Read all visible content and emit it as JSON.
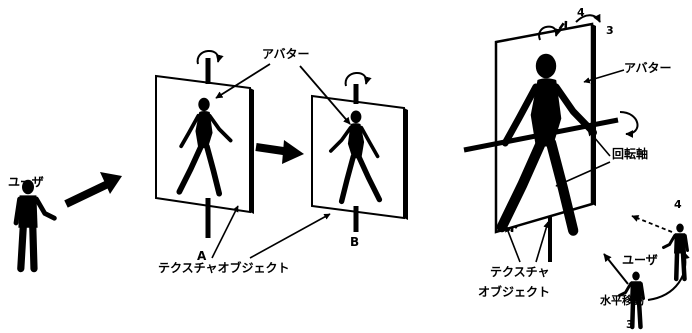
{
  "labels": {
    "user_left": "ユーザ",
    "avatar_top": "アバター",
    "letter_a": "A",
    "letter_b": "B",
    "texture_object_left": "テクスチャオブジェクト",
    "avatar_right": "アバター",
    "rotation_axis": "回転軸",
    "texture_object_right_line1": "テクスチャ",
    "texture_object_right_line2": "オブジェクト",
    "user_right": "ユーザ",
    "horizontal_move": "水平移動",
    "num_4_top": "4",
    "num_3_top": "3",
    "num_4_right": "4",
    "num_3_bottom": "3"
  },
  "colors": {
    "ink": "#000000",
    "paper": "#ffffff"
  }
}
